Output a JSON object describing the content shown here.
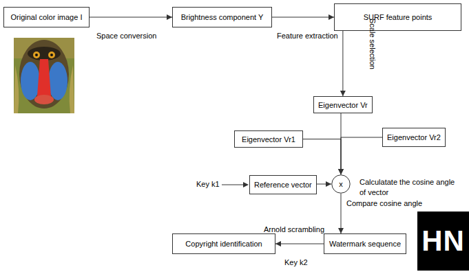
{
  "diagram": {
    "nodes": [
      {
        "text": [
          "Original color image I"
        ]
      },
      {
        "text": [
          "Brightness component Y"
        ]
      },
      {
        "text": [
          "SURF feature points"
        ]
      },
      {
        "text": [
          "Eigenvector Vr"
        ]
      },
      {
        "text": [
          "Eigenvector Vr1"
        ]
      },
      {
        "text": [
          "Eigenvector Vr2"
        ]
      },
      {
        "text": [
          "Reference vector"
        ]
      },
      {
        "text": [
          "x"
        ]
      },
      {
        "text": [
          "Copyright identification"
        ]
      },
      {
        "text": [
          "Watermark sequence"
        ]
      }
    ],
    "edges": [
      {
        "from": 0,
        "to": 1,
        "arrow": "to",
        "label": "Space conversion"
      },
      {
        "from": 1,
        "to": 2,
        "arrow": "to",
        "label": "Feature extraction"
      },
      {
        "from": 2,
        "to": 3,
        "arrow": "to",
        "label": "Scale selection"
      },
      {
        "from": 3,
        "to": 7,
        "arrow": "to"
      },
      {
        "from": 4,
        "to": 7,
        "arrow": "to"
      },
      {
        "from": 5,
        "to": 7,
        "arrow": "to"
      },
      {
        "from": 6,
        "to": 7,
        "arrow": "to"
      },
      {
        "from": 7,
        "to": 9,
        "arrow": "to",
        "label": "Compare cosine angle"
      },
      {
        "from": 9,
        "to": 8,
        "arrow": "to",
        "label": "Arnold scrambling"
      }
    ],
    "labels": [
      "Key k1",
      "Key k2",
      "Calculatate the cosine angle of vector",
      "HN"
    ]
  }
}
